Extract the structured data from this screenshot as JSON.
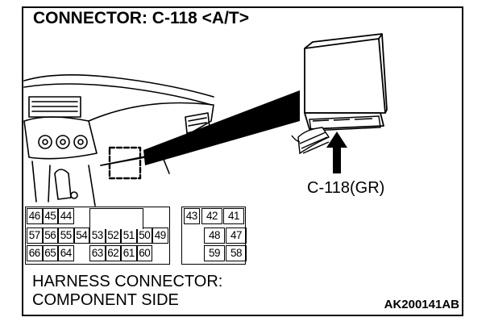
{
  "title": "CONNECTOR: C-118 <A/T>",
  "callout_label": "C-118(GR)",
  "connector_pins": {
    "row1": [
      "46",
      "45",
      "44",
      "",
      "",
      "",
      "",
      "",
      "",
      "43",
      "42",
      "41"
    ],
    "row2": [
      "57",
      "56",
      "55",
      "54",
      "53",
      "52",
      "51",
      "50",
      "49",
      "48",
      "47"
    ],
    "row3": [
      "66",
      "65",
      "64",
      "",
      "63",
      "62",
      "61",
      "60",
      "",
      "59",
      "58"
    ]
  },
  "caption_line1": "HARNESS CONNECTOR:",
  "caption_line2": "COMPONENT SIDE",
  "figure_code": "AK200141AB"
}
